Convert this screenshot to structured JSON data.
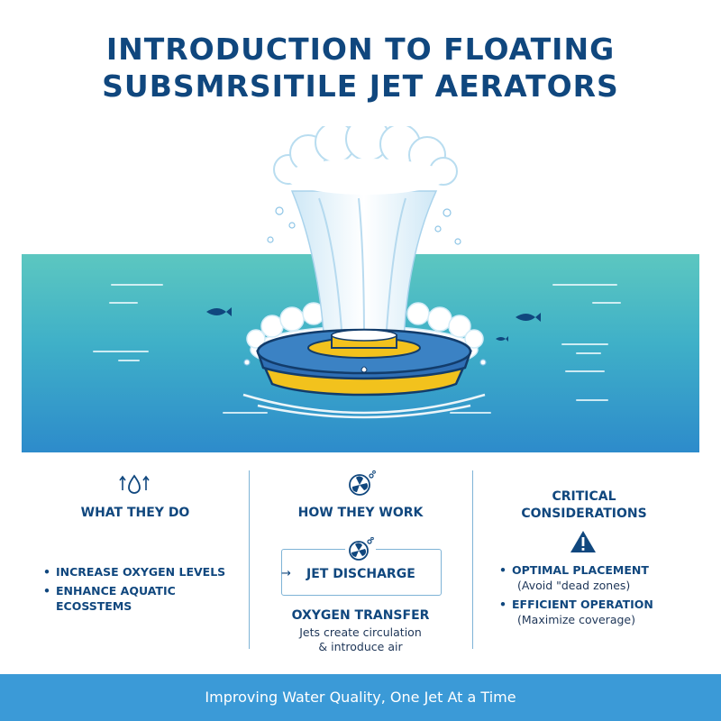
{
  "title": {
    "line1": "INTRODUCTION TO FLOATING",
    "line2": "SUBSMRSITILE JET AERATORS"
  },
  "columns": {
    "what": {
      "icon": "water-drop-arrows-icon",
      "heading": "WHAT THEY DO",
      "items": [
        {
          "label": "INCREASE OXYGEN LEVELS"
        },
        {
          "label_line1": "ENHANCE AQUATIC",
          "label_line2": "ECOSSTEMS"
        }
      ]
    },
    "how": {
      "icon": "fan-bubbles-icon",
      "heading": "HOW THEY WORK",
      "flow_label": "JET DISCHARGE",
      "transfer_heading": "OXYGEN TRANSFER",
      "transfer_line1": "Jets create circulation",
      "transfer_line2": "& introduce air"
    },
    "critical": {
      "icon": "warning-icon",
      "heading_line1": "CRITICAL",
      "heading_line2": "CONSIDERATIONS",
      "items": [
        {
          "label": "OPTIMAL PLACEMENT",
          "sub": "(Avoid \"dead zones)"
        },
        {
          "label": "EFFICIENT OPERATION",
          "sub": "(Maximize coverage)"
        }
      ]
    }
  },
  "footer": {
    "tagline": "Improving Water Quality, One Jet At a Time"
  },
  "colors": {
    "title": "#10477e",
    "water_top": "#58c4c0",
    "water_bottom": "#2f8fcb",
    "aerator_body": "#2f6fb5",
    "aerator_band": "#f2c21d",
    "footer": "#3b9ad7"
  }
}
